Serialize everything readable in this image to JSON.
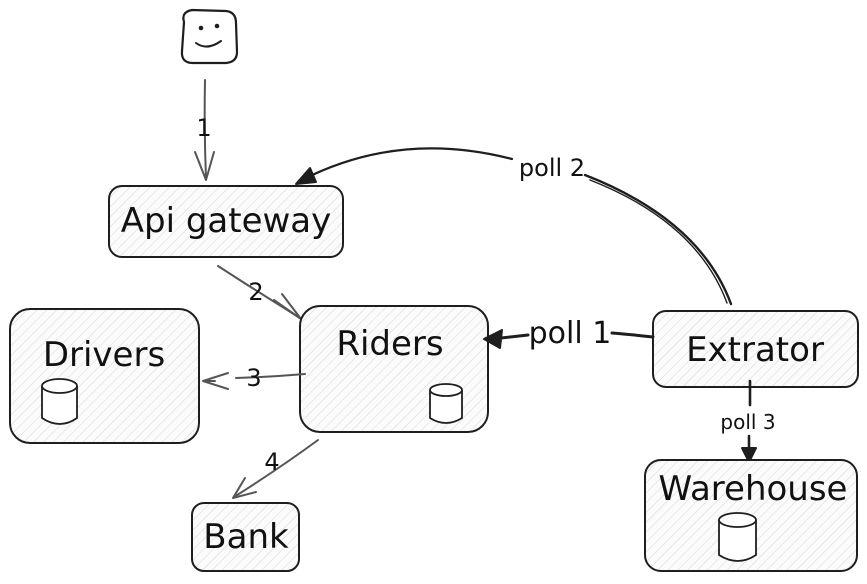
{
  "nodes": {
    "user": {
      "icon": "smiley-user-icon"
    },
    "api_gateway": {
      "label": "Api gateway"
    },
    "riders": {
      "label": "Riders",
      "icon": "database-icon"
    },
    "drivers": {
      "label": "Drivers",
      "icon": "database-icon"
    },
    "bank": {
      "label": "Bank"
    },
    "extrator": {
      "label": "Extrator"
    },
    "warehouse": {
      "label": "Warehouse",
      "icon": "database-icon"
    }
  },
  "edges": [
    {
      "from": "user",
      "to": "api_gateway",
      "label": "1"
    },
    {
      "from": "api_gateway",
      "to": "riders",
      "label": "2"
    },
    {
      "from": "riders",
      "to": "drivers",
      "label": "3"
    },
    {
      "from": "riders",
      "to": "bank",
      "label": "4"
    },
    {
      "from": "extrator",
      "to": "riders",
      "label": "poll 1"
    },
    {
      "from": "extrator",
      "to": "api_gateway",
      "label": "poll 2"
    },
    {
      "from": "extrator",
      "to": "warehouse",
      "label": "poll 3"
    }
  ]
}
